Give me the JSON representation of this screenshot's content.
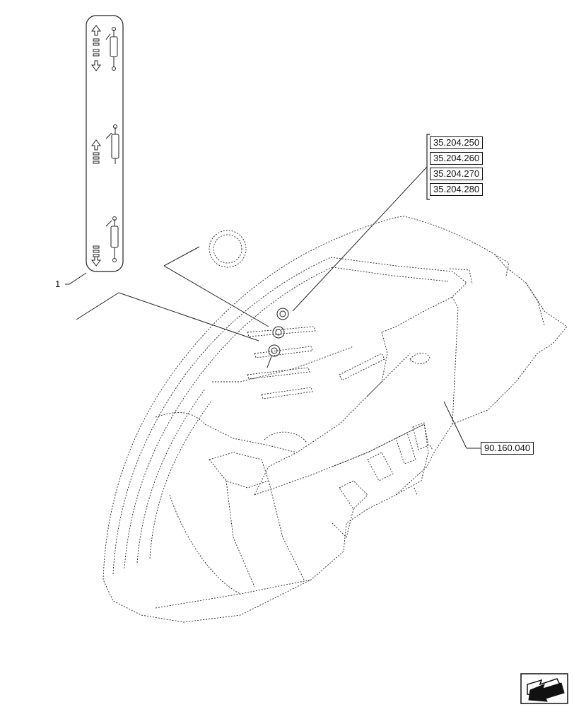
{
  "callout_item": "1",
  "reference_labels": [
    "35.204.250",
    "35.204.260",
    "35.204.270",
    "35.204.280"
  ],
  "reference_label_bottom": "90.160.040",
  "icons": {
    "decal": "hydraulic-control-decal-icon",
    "navigation": "next-page-arrow-icon"
  }
}
